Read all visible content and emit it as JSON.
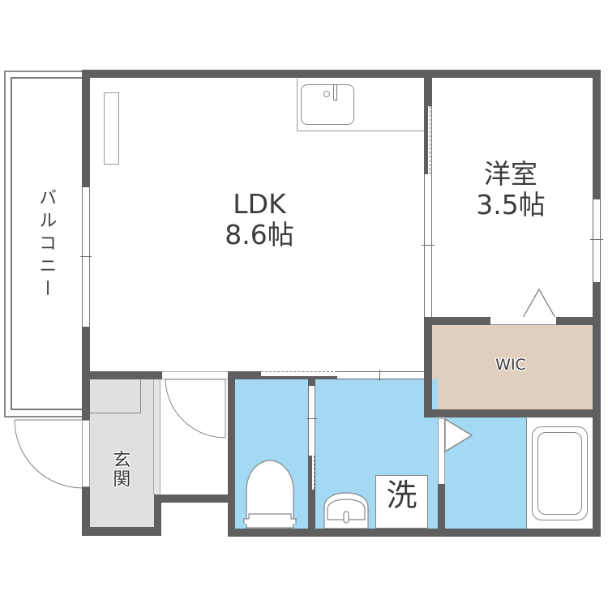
{
  "floorplan": {
    "rooms": {
      "ldk": {
        "name": "LDK",
        "size": "8.6帖",
        "fill": "#ffffff"
      },
      "western_room": {
        "name": "洋室",
        "size": "3.5帖",
        "fill": "#ffffff"
      },
      "wic": {
        "name": "WIC",
        "fill": "#e0cfbc"
      },
      "entrance": {
        "name": "玄関",
        "fill": "#e0e0e0"
      },
      "balcony": {
        "name": "バルコニー",
        "fill": "#ffffff"
      },
      "toilet": {
        "fill": "#a3d9f2"
      },
      "washroom": {
        "fill": "#a3d9f2"
      },
      "bathroom": {
        "fill": "#a3d9f2"
      }
    },
    "fixtures": {
      "washing_machine": {
        "label": "洗"
      }
    },
    "colors": {
      "wall": "#5f5f5f",
      "wet_area": "#a3d9f2",
      "closet": "#e0cfbc",
      "entrance": "#e0e0e0",
      "text": "#3c3c3c"
    }
  }
}
